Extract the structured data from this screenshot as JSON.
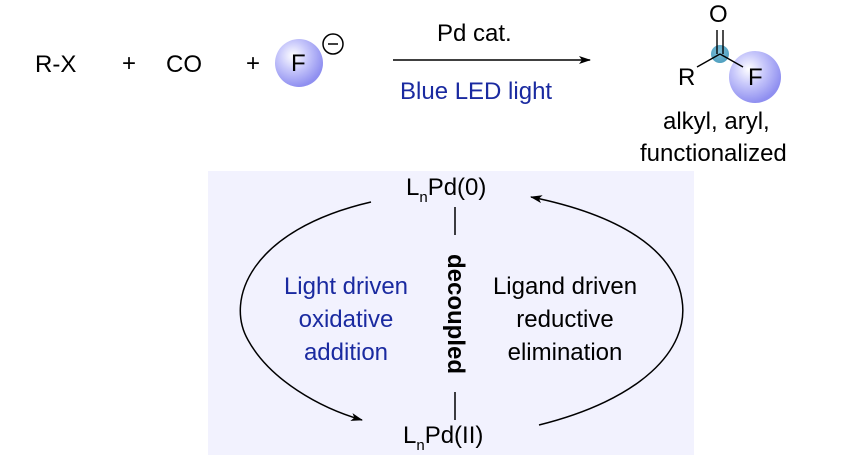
{
  "reaction": {
    "reactant_1": "R-X",
    "plus_1": "+",
    "reactant_2": "CO",
    "plus_2": "+",
    "fluoride_label": "F",
    "fluoride_charge": "⊖",
    "arrow_above": "Pd cat.",
    "arrow_below": "Blue LED light",
    "product": {
      "r_group": "R",
      "carbonyl_o": "O",
      "fluorine": "F"
    },
    "scope_line_1": "alkyl, aryl,",
    "scope_line_2": "functionalized"
  },
  "cycle": {
    "top_species": {
      "base": "L",
      "subscript": "n",
      "rest": "Pd(0)"
    },
    "bottom_species": {
      "base": "L",
      "subscript": "n",
      "rest": "Pd(II)"
    },
    "center_label": "decoupled",
    "left_label": [
      "Light driven",
      "oxidative",
      "addition"
    ],
    "right_label": [
      "Ligand driven",
      "reductive",
      "elimination"
    ]
  },
  "colors": {
    "accent_blue_text": "#1a2aa0",
    "fluorine_sphere": "#a9a9f5",
    "carbonyl_highlight": "#5aa9c8",
    "cycle_background": "#f2f2fe"
  }
}
